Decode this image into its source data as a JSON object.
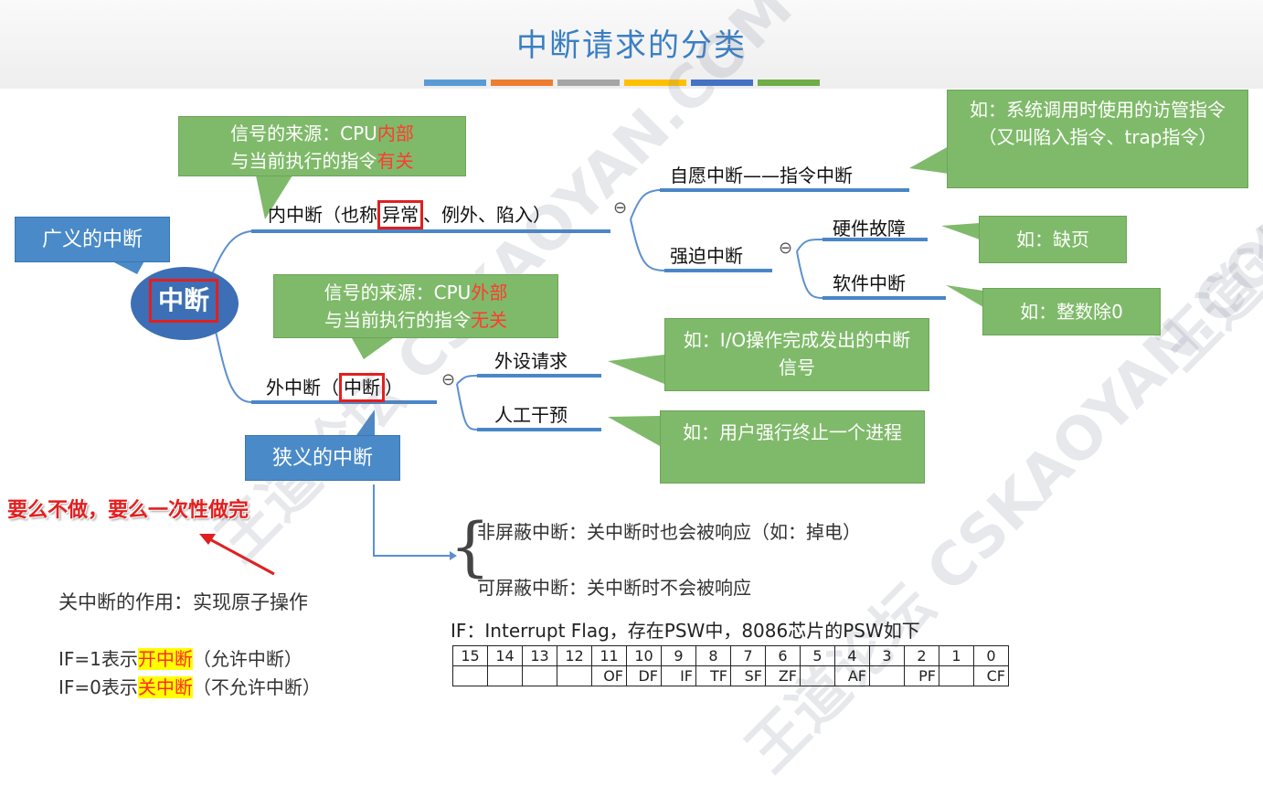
{
  "title": "中断请求的分类",
  "color_bars": [
    "#5b9bd5",
    "#ed7d31",
    "#a5a5a5",
    "#ffc000",
    "#4472c4",
    "#70ad47"
  ],
  "root": {
    "label": "中断"
  },
  "tags": {
    "broad": "广义的中断",
    "narrow": "狭义的中断"
  },
  "internal": {
    "label_pre": "内中断（也称",
    "label_boxed": "异常",
    "label_post": "、例外、陷入）",
    "source_line1_pre": "信号的来源：CPU",
    "source_line1_red": "内部",
    "source_line2_pre": "与当前执行的指令",
    "source_line2_red": "有关",
    "voluntary": "自愿中断——指令中断",
    "voluntary_note": "如：系统调用时使用的访管指令（又叫陷入指令、trap指令）",
    "forced": "强迫中断",
    "hardware_fault": "硬件故障",
    "hardware_note": "如：缺页",
    "software_int": "软件中断",
    "software_note": "如：整数除0"
  },
  "external": {
    "label_pre": "外中断（",
    "label_boxed": "中断",
    "label_post": "）",
    "source_line1_pre": "信号的来源：CPU",
    "source_line1_red": "外部",
    "source_line2_pre": "与当前执行的指令",
    "source_line2_red": "无关",
    "device_request": "外设请求",
    "device_note": "如：I/O操作完成发出的中断信号",
    "manual": "人工干预",
    "manual_note": "如：用户强行终止一个进程"
  },
  "collapse_symbol": "⊖",
  "annotation": "要么不做，要么一次性做完",
  "nmi": "非屏蔽中断：关中断时也会被响应（如：掉电）",
  "mi": "可屏蔽中断：关中断时不会被响应",
  "atomic": "关中断的作用：实现原子操作",
  "if1": {
    "pre": "IF=1表示",
    "hl": "开中断",
    "post": "（允许中断）"
  },
  "if0": {
    "pre": "IF=0表示",
    "hl": "关中断",
    "post": "（不允许中断）"
  },
  "psw_caption": "IF：Interrupt Flag，存在PSW中，8086芯片的PSW如下",
  "psw_bits": [
    "15",
    "14",
    "13",
    "12",
    "11",
    "10",
    "9",
    "8",
    "7",
    "6",
    "5",
    "4",
    "3",
    "2",
    "1",
    "0"
  ],
  "psw_flags": [
    "",
    "",
    "",
    "",
    "OF",
    "DF",
    "IF",
    "TF",
    "SF",
    "ZF",
    "",
    "AF",
    "",
    "PF",
    "",
    "CF"
  ],
  "watermark": "王道论坛 CSKAOYAN.COM"
}
